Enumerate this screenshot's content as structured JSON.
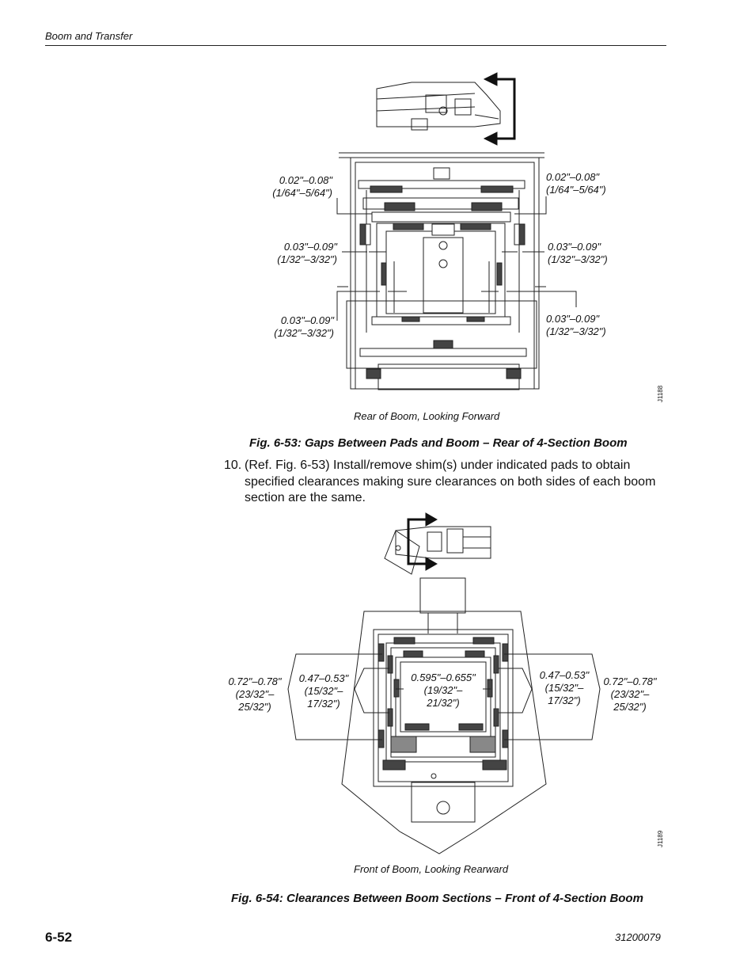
{
  "header": {
    "section": "Boom and Transfer"
  },
  "figure_53": {
    "labels": {
      "top_left": [
        "0.02\"–0.08\"",
        "(1/64\"–5/64\")"
      ],
      "top_right": [
        "0.02\"–0.08\"",
        "(1/64\"–5/64\")"
      ],
      "mid_left": [
        "0.03\"–0.09\"",
        "(1/32\"–3/32\")"
      ],
      "mid_right": [
        "0.03\"–0.09\"",
        "(1/32\"–3/32\")"
      ],
      "low_left": [
        "0.03\"–0.09\"",
        "(1/32\"–3/32\")"
      ],
      "low_right": [
        "0.03\"–0.09\"",
        "(1/32\"–3/32\")"
      ]
    },
    "drawing_code": "J1188",
    "subcaption": "Rear of Boom, Looking Forward",
    "caption": "Fig. 6-53: Gaps Between Pads and Boom – Rear of 4-Section Boom"
  },
  "step": {
    "number": "10.",
    "text": "(Ref. Fig. 6-53) Install/remove shim(s) under indicated pads to obtain specified clearances making sure clearances on both sides of each boom section are the same."
  },
  "figure_54": {
    "labels": {
      "outer_left": [
        "0.72\"–0.78\"",
        "(23/32\"–",
        "25/32\")"
      ],
      "inner_left": [
        "0.47–0.53\"",
        "(15/32\"–",
        "17/32\")"
      ],
      "center": [
        "0.595\"–0.655\"",
        "(19/32\"–",
        "21/32\")"
      ],
      "inner_right": [
        "0.47–0.53\"",
        "(15/32\"–",
        "17/32\")"
      ],
      "outer_right": [
        "0.72\"–0.78\"",
        "(23/32\"–",
        "25/32\")"
      ]
    },
    "drawing_code": "J1189",
    "subcaption": "Front of Boom, Looking Rearward",
    "caption": "Fig. 6-54: Clearances Between Boom Sections – Front of 4-Section Boom"
  },
  "footer": {
    "page_number": "6-52",
    "document_number": "31200079"
  }
}
